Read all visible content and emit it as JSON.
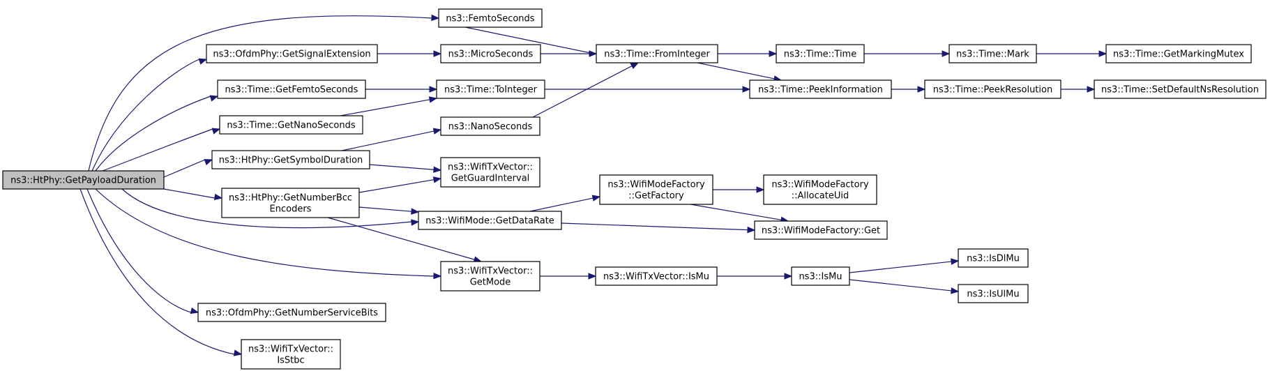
{
  "graph": {
    "colors": {
      "edge": "#191970",
      "root_fill": "#bfbfbf",
      "node_fill": "#ffffff",
      "border": "#000000"
    },
    "nodes": {
      "root": {
        "lines": [
          "ns3::HtPhy::GetPayloadDuration"
        ]
      },
      "femtoseconds": {
        "lines": [
          "ns3::FemtoSeconds"
        ]
      },
      "getsignalextension": {
        "lines": [
          "ns3::OfdmPhy::GetSignalExtension"
        ]
      },
      "microseconds": {
        "lines": [
          "ns3::MicroSeconds"
        ]
      },
      "frominteger": {
        "lines": [
          "ns3::Time::FromInteger"
        ]
      },
      "timetime": {
        "lines": [
          "ns3::Time::Time"
        ]
      },
      "mark": {
        "lines": [
          "ns3::Time::Mark"
        ]
      },
      "getmarkingmutex": {
        "lines": [
          "ns3::Time::GetMarkingMutex"
        ]
      },
      "getfemtoseconds": {
        "lines": [
          "ns3::Time::GetFemtoSeconds"
        ]
      },
      "tointeger": {
        "lines": [
          "ns3::Time::ToInteger"
        ]
      },
      "peekinformation": {
        "lines": [
          "ns3::Time::PeekInformation"
        ]
      },
      "peekresolution": {
        "lines": [
          "ns3::Time::PeekResolution"
        ]
      },
      "setdefaultnsresolution": {
        "lines": [
          "ns3::Time::SetDefaultNsResolution"
        ]
      },
      "getnanoseconds": {
        "lines": [
          "ns3::Time::GetNanoSeconds"
        ]
      },
      "nanoseconds": {
        "lines": [
          "ns3::NanoSeconds"
        ]
      },
      "getsymbolduration": {
        "lines": [
          "ns3::HtPhy::GetSymbolDuration"
        ]
      },
      "getguardinterval": {
        "lines": [
          "ns3::WifiTxVector::",
          "GetGuardInterval"
        ]
      },
      "getnumberbcc": {
        "lines": [
          "ns3::HtPhy::GetNumberBcc",
          "Encoders"
        ]
      },
      "getfactory": {
        "lines": [
          "ns3::WifiModeFactory",
          "::GetFactory"
        ]
      },
      "allocateuid": {
        "lines": [
          "ns3::WifiModeFactory",
          "::AllocateUid"
        ]
      },
      "getdatarate": {
        "lines": [
          "ns3::WifiMode::GetDataRate"
        ]
      },
      "factoryget": {
        "lines": [
          "ns3::WifiModeFactory::Get"
        ]
      },
      "getmode": {
        "lines": [
          "ns3::WifiTxVector::",
          "GetMode"
        ]
      },
      "txismu": {
        "lines": [
          "ns3::WifiTxVector::IsMu"
        ]
      },
      "ismu": {
        "lines": [
          "ns3::IsMu"
        ]
      },
      "isdlmu": {
        "lines": [
          "ns3::IsDlMu"
        ]
      },
      "isulmu": {
        "lines": [
          "ns3::IsUlMu"
        ]
      },
      "getnumberservicebits": {
        "lines": [
          "ns3::OfdmPhy::GetNumberServiceBits"
        ]
      },
      "isstbc": {
        "lines": [
          "ns3::WifiTxVector::",
          "IsStbc"
        ]
      }
    },
    "edges": [
      [
        "root",
        "femtoseconds"
      ],
      [
        "root",
        "getsignalextension"
      ],
      [
        "root",
        "getfemtoseconds"
      ],
      [
        "root",
        "getnanoseconds"
      ],
      [
        "root",
        "getsymbolduration"
      ],
      [
        "root",
        "getnumberbcc"
      ],
      [
        "root",
        "getdatarate"
      ],
      [
        "root",
        "getmode"
      ],
      [
        "root",
        "getnumberservicebits"
      ],
      [
        "root",
        "isstbc"
      ],
      [
        "femtoseconds",
        "frominteger"
      ],
      [
        "getsignalextension",
        "microseconds"
      ],
      [
        "microseconds",
        "frominteger"
      ],
      [
        "frominteger",
        "timetime"
      ],
      [
        "frominteger",
        "peekinformation"
      ],
      [
        "timetime",
        "mark"
      ],
      [
        "mark",
        "getmarkingmutex"
      ],
      [
        "getfemtoseconds",
        "tointeger"
      ],
      [
        "getnanoseconds",
        "tointeger"
      ],
      [
        "tointeger",
        "peekinformation"
      ],
      [
        "peekinformation",
        "peekresolution"
      ],
      [
        "peekresolution",
        "setdefaultnsresolution"
      ],
      [
        "nanoseconds",
        "frominteger"
      ],
      [
        "getsymbolduration",
        "nanoseconds"
      ],
      [
        "getsymbolduration",
        "getguardinterval"
      ],
      [
        "getnumberbcc",
        "getguardinterval"
      ],
      [
        "getnumberbcc",
        "getdatarate"
      ],
      [
        "getnumberbcc",
        "getmode"
      ],
      [
        "getdatarate",
        "getfactory"
      ],
      [
        "getdatarate",
        "factoryget"
      ],
      [
        "getfactory",
        "allocateuid"
      ],
      [
        "getfactory",
        "factoryget"
      ],
      [
        "getmode",
        "txismu"
      ],
      [
        "txismu",
        "ismu"
      ],
      [
        "ismu",
        "isdlmu"
      ],
      [
        "ismu",
        "isulmu"
      ]
    ]
  }
}
